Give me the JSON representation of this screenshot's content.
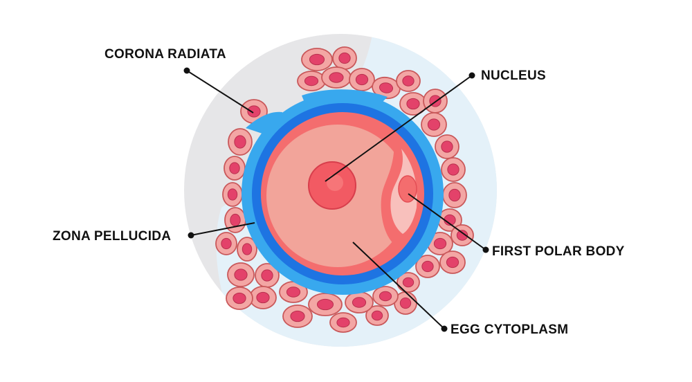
{
  "labels": {
    "corona_radiata": "CORONA RADIATA",
    "nucleus": "NUCLEUS",
    "zona_pellucida": "ZONA PELLUCIDA",
    "first_polar_body": "FIRST POLAR BODY",
    "egg_cytoplasm": "EGG CYTOPLASM"
  },
  "colors": {
    "halo_left": "#e6e6e8",
    "halo_right": "#e4f1f9",
    "cell_fill": "#f3a6a4",
    "cell_stroke": "#c9585a",
    "cell_nucleus": "#e3426a",
    "zona_outer": "#38a8ee",
    "zona_inner": "#1e74e2",
    "egg_rim": "#f46d6e",
    "egg_cytoplasm": "#f2a49a",
    "nucleus": "#f25a63",
    "polar_body": "#f8c0bc",
    "line": "#111111"
  }
}
